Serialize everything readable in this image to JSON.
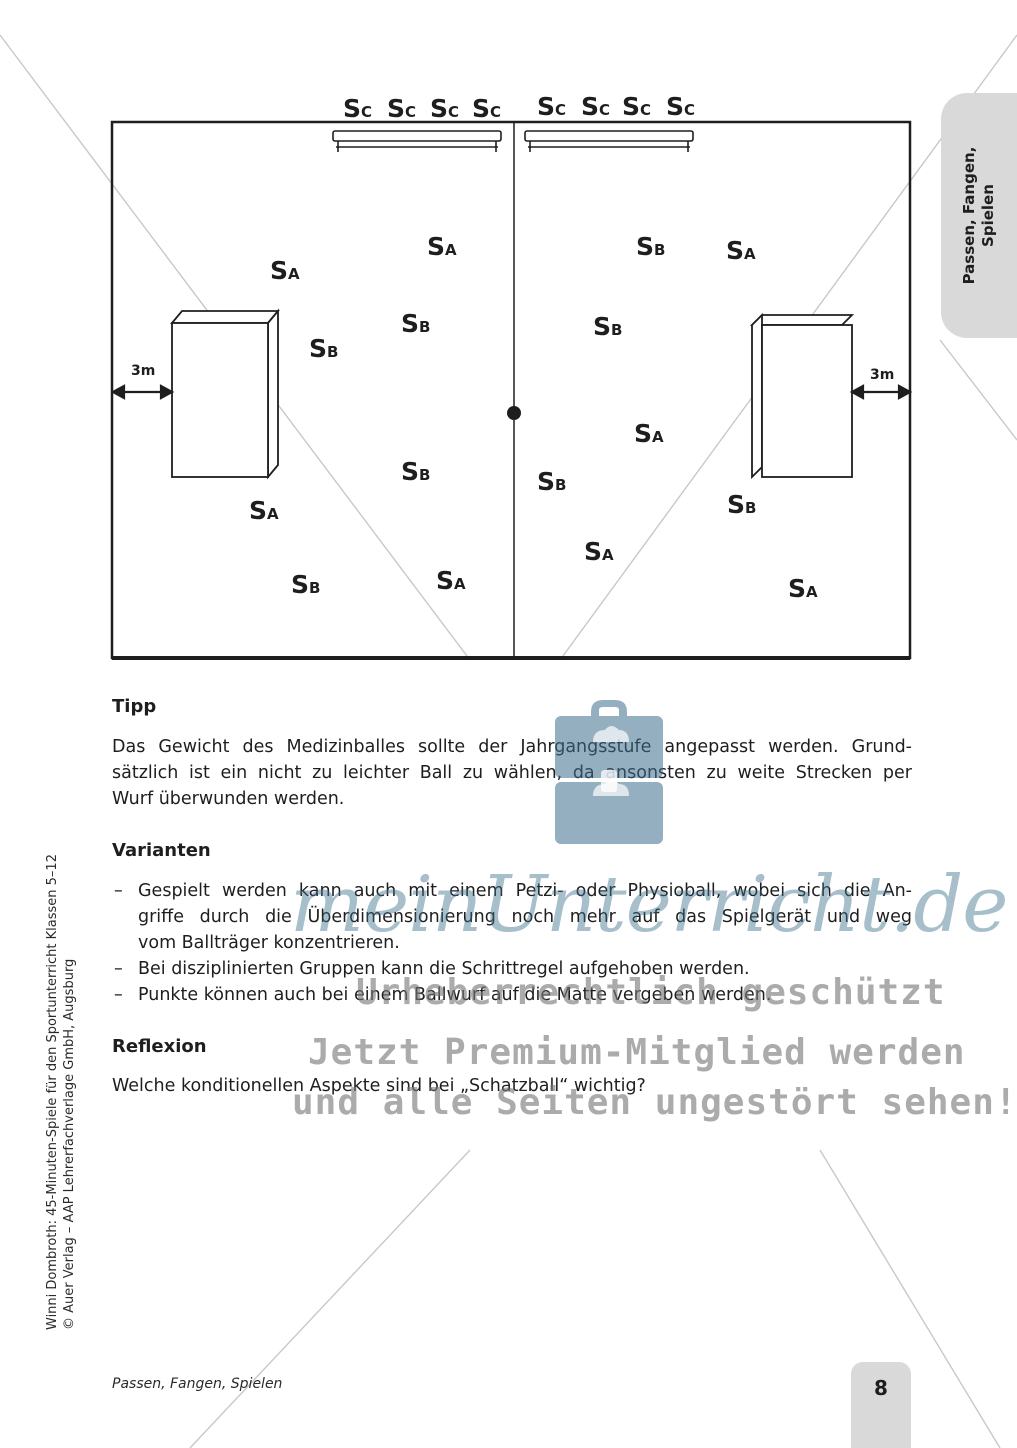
{
  "diagram": {
    "bench_players": [
      "S",
      "S",
      "S",
      "S",
      "S",
      "S",
      "S",
      "S"
    ],
    "bench_subscript": "C",
    "distance_left": "3m",
    "distance_right": "3m",
    "players": [
      {
        "letter": "S",
        "team": "A"
      },
      {
        "letter": "S",
        "team": "A"
      },
      {
        "letter": "S",
        "team": "B"
      },
      {
        "letter": "S",
        "team": "B"
      },
      {
        "letter": "S",
        "team": "B"
      },
      {
        "letter": "S",
        "team": "A"
      },
      {
        "letter": "S",
        "team": "B"
      },
      {
        "letter": "S",
        "team": "A"
      },
      {
        "letter": "S",
        "team": "B"
      },
      {
        "letter": "S",
        "team": "A"
      },
      {
        "letter": "S",
        "team": "B"
      },
      {
        "letter": "S",
        "team": "A"
      },
      {
        "letter": "S",
        "team": "B"
      },
      {
        "letter": "S",
        "team": "B"
      },
      {
        "letter": "S",
        "team": "A"
      },
      {
        "letter": "S",
        "team": "A"
      }
    ]
  },
  "side_tab": {
    "line1": "Passen, Fangen,",
    "line2": "Spielen"
  },
  "tipp": {
    "heading": "Tipp",
    "lines": [
      "Das Gewicht des Medizinballes sollte der Jahrgangsstufe angepasst werden. Grund-",
      "sätzlich ist ein nicht zu leichter Ball zu wählen, da ansonsten zu weite Strecken per",
      "Wurf überwunden werden."
    ]
  },
  "varianten": {
    "heading": "Varianten",
    "items": [
      {
        "lines": [
          "Gespielt werden kann auch mit einem Petzi- oder Physioball, wobei sich die An-",
          "griffe durch die Überdimensionierung noch mehr auf das Spielgerät und weg",
          "vom Ballträger konzentrieren."
        ]
      },
      {
        "lines": [
          "Bei disziplinierten Gruppen kann die Schrittregel aufgehoben werden."
        ]
      },
      {
        "lines": [
          "Punkte können auch bei einem Ballwurf auf die Matte vergeben werden."
        ]
      }
    ]
  },
  "reflexion": {
    "heading": "Reflexion",
    "text": "Welche konditionellen Aspekte sind bei „Schatzball“ wichtig?"
  },
  "credit": {
    "line1": "Winni Dombroth: 45-Minuten-Spiele für den Sportunterricht Klassen 5–12",
    "line2": "© Auer Verlag – AAP Lehrerfachverlage GmbH, Augsburg"
  },
  "footer": {
    "title": "Passen, Fangen, Spielen",
    "page": "8"
  },
  "watermark": {
    "brand": "meinUnterricht.de",
    "line1": "Urheberrechtlich geschützt",
    "line2": "Jetzt Premium-Mitglied werden",
    "line3": "und alle Seiten ungestört sehen!",
    "color": "#3c6e8c"
  }
}
